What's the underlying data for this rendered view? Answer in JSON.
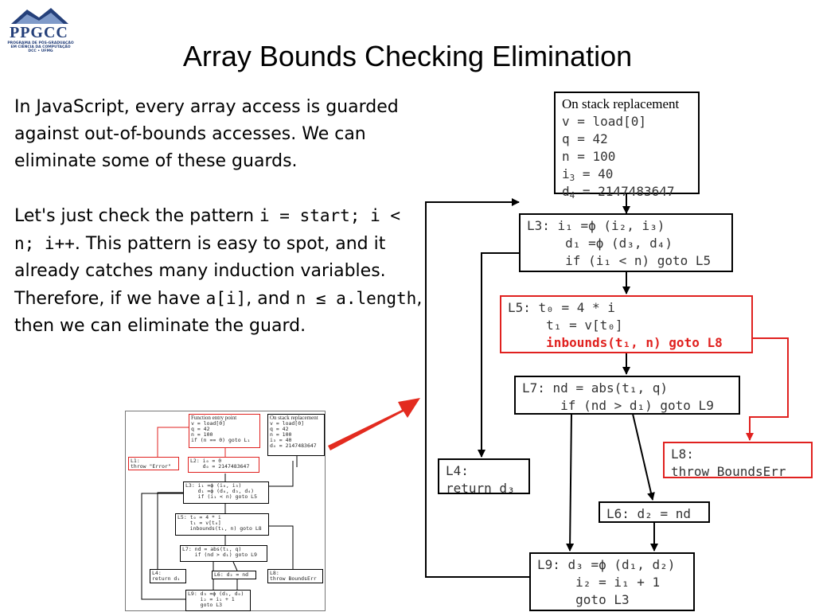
{
  "logo": {
    "name": "PPGCC",
    "subtitle": "PROGRAMA DE PÓS-GRADUAÇÃO EM CIÊNCIA DA COMPUTAÇÃO DCC • UFMG"
  },
  "title": "Array Bounds Checking Elimination",
  "paragraph1": "In JavaScript, every array access is guarded against out-of-bounds accesses. We can eliminate some of these guards.",
  "paragraph2": {
    "t1": "Let's just check the pattern ",
    "code1": "i = start; i < n; i++",
    "t2": ". This pattern is easy to spot, and it already catches many induction variables. Therefore, if we have ",
    "code2": "a[i]",
    "t3": ", and ",
    "code3": "n ≤ a.length",
    "t4": ", then we can eliminate the guard."
  },
  "cfg": {
    "osr": {
      "header": "On stack replacement",
      "l1": "v = load[0]",
      "l2": "q = 42",
      "l3": "n = 100",
      "l4a": "i",
      "l4s": "3",
      "l4b": " = 40",
      "l5a": "d",
      "l5s": "4",
      "l5b": " = 2147483647"
    },
    "l3": {
      "label": "L3:",
      "l1": " i₁ =ϕ (i₂, i₃)",
      "l2": "     d₁ =ϕ (d₃, d₄)",
      "l3": "     if (i₁ < n) goto L5"
    },
    "l5": {
      "label": "L5:",
      "l1": " t₀ = 4 * i",
      "l2": "     t₁ = v[t₀]",
      "l3": "inbounds(t₁, n) goto L8"
    },
    "l7": {
      "label": "L7:",
      "l1": " nd = abs(t₁, q)",
      "l2": "     if (nd > d₁) goto L9"
    },
    "l8": {
      "l1": "L8:",
      "l2": "throw BoundsErr"
    },
    "l4": {
      "l1": "L4:",
      "l2": "return d₃"
    },
    "l6": {
      "label": "L6:",
      "l1": " d₂ = nd"
    },
    "l9": {
      "label": "L9:",
      "l1": " d₃ =ϕ (d₁, d₂)",
      "l2": "     i₂ = i₁ + 1",
      "l3": "     goto L3"
    }
  },
  "thumbnail": {
    "entry": {
      "header": "Function entry point",
      "l1": "v = load[0]",
      "l2": "q = 42",
      "l3": "n = 100",
      "l4": "if (n == 0) goto L₁"
    },
    "osr": {
      "header": "On stack replacement",
      "l1": "v = load[0]",
      "l2": "q = 42",
      "l3": "n = 100",
      "l4": "i₃ = 40",
      "l5": "d₄ = 2147483647"
    },
    "l1": {
      "l1": "L1:",
      "l2": "throw \"Error\""
    },
    "l2": {
      "l1": "L2: i₀ = 0",
      "l2": "    d₀ = 2147483647"
    },
    "l3": {
      "l1": "L3: i₁ =ϕ (i₀, i₃)",
      "l2": "    d₁ =ϕ (d₀, d₃, d₄)",
      "l3": "    if (i₁ < n) goto L5"
    },
    "l5": {
      "l1": "L5: t₀ = 4 * i",
      "l2": "    t₁ = v[t₀]",
      "l3": "    inbounds(t₁, n) goto L8"
    },
    "l7": {
      "l1": "L7: nd = abs(t₁, q)",
      "l2": "    if (nd > d₁) goto L9"
    },
    "l4": {
      "l1": "L4:",
      "l2": "return d₁"
    },
    "l6": {
      "l1": "L6: d₂ = nd"
    },
    "l8": {
      "l1": "L8:",
      "l2": "throw BoundsErr"
    },
    "l9": {
      "l1": "L9: d₃ =ϕ (d₁, d₀)",
      "l2": "    i₂ = i₁ + 1",
      "l3": "    goto L3"
    }
  },
  "colors": {
    "accent_red": "#e0211f",
    "logo_blue": "#25407a"
  }
}
